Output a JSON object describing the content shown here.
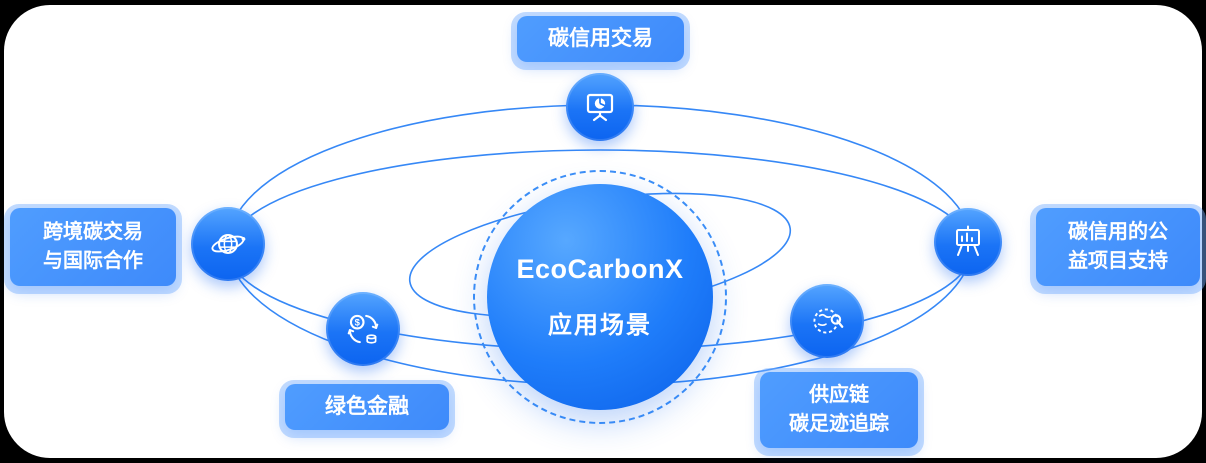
{
  "canvas": {
    "page_background": "#000000",
    "background": "#ffffff"
  },
  "accent": {
    "primary_blue": "#1677ff",
    "gradient_light": "#55a5ff",
    "gradient_dark": "#0a5fe8",
    "orbit_line_blue": "#2b82f5",
    "halo_blue": "#78afff"
  },
  "center": {
    "title": "EcoCarbonX",
    "subtitle": "应用场景"
  },
  "nodes": {
    "top": {
      "label": "碳信用交易",
      "icon": "presentation-pie-chart-icon"
    },
    "left": {
      "label": "跨境碳交易\n与国际合作",
      "icon": "globe-orbit-icon"
    },
    "bottom_left": {
      "label": "绿色金融",
      "icon": "money-cycle-icon"
    },
    "bottom_right": {
      "label": "供应链\n碳足迹追踪",
      "icon": "globe-search-icon"
    },
    "right": {
      "label": "碳信用的公\n益项目支持",
      "icon": "easel-chart-icon"
    }
  }
}
